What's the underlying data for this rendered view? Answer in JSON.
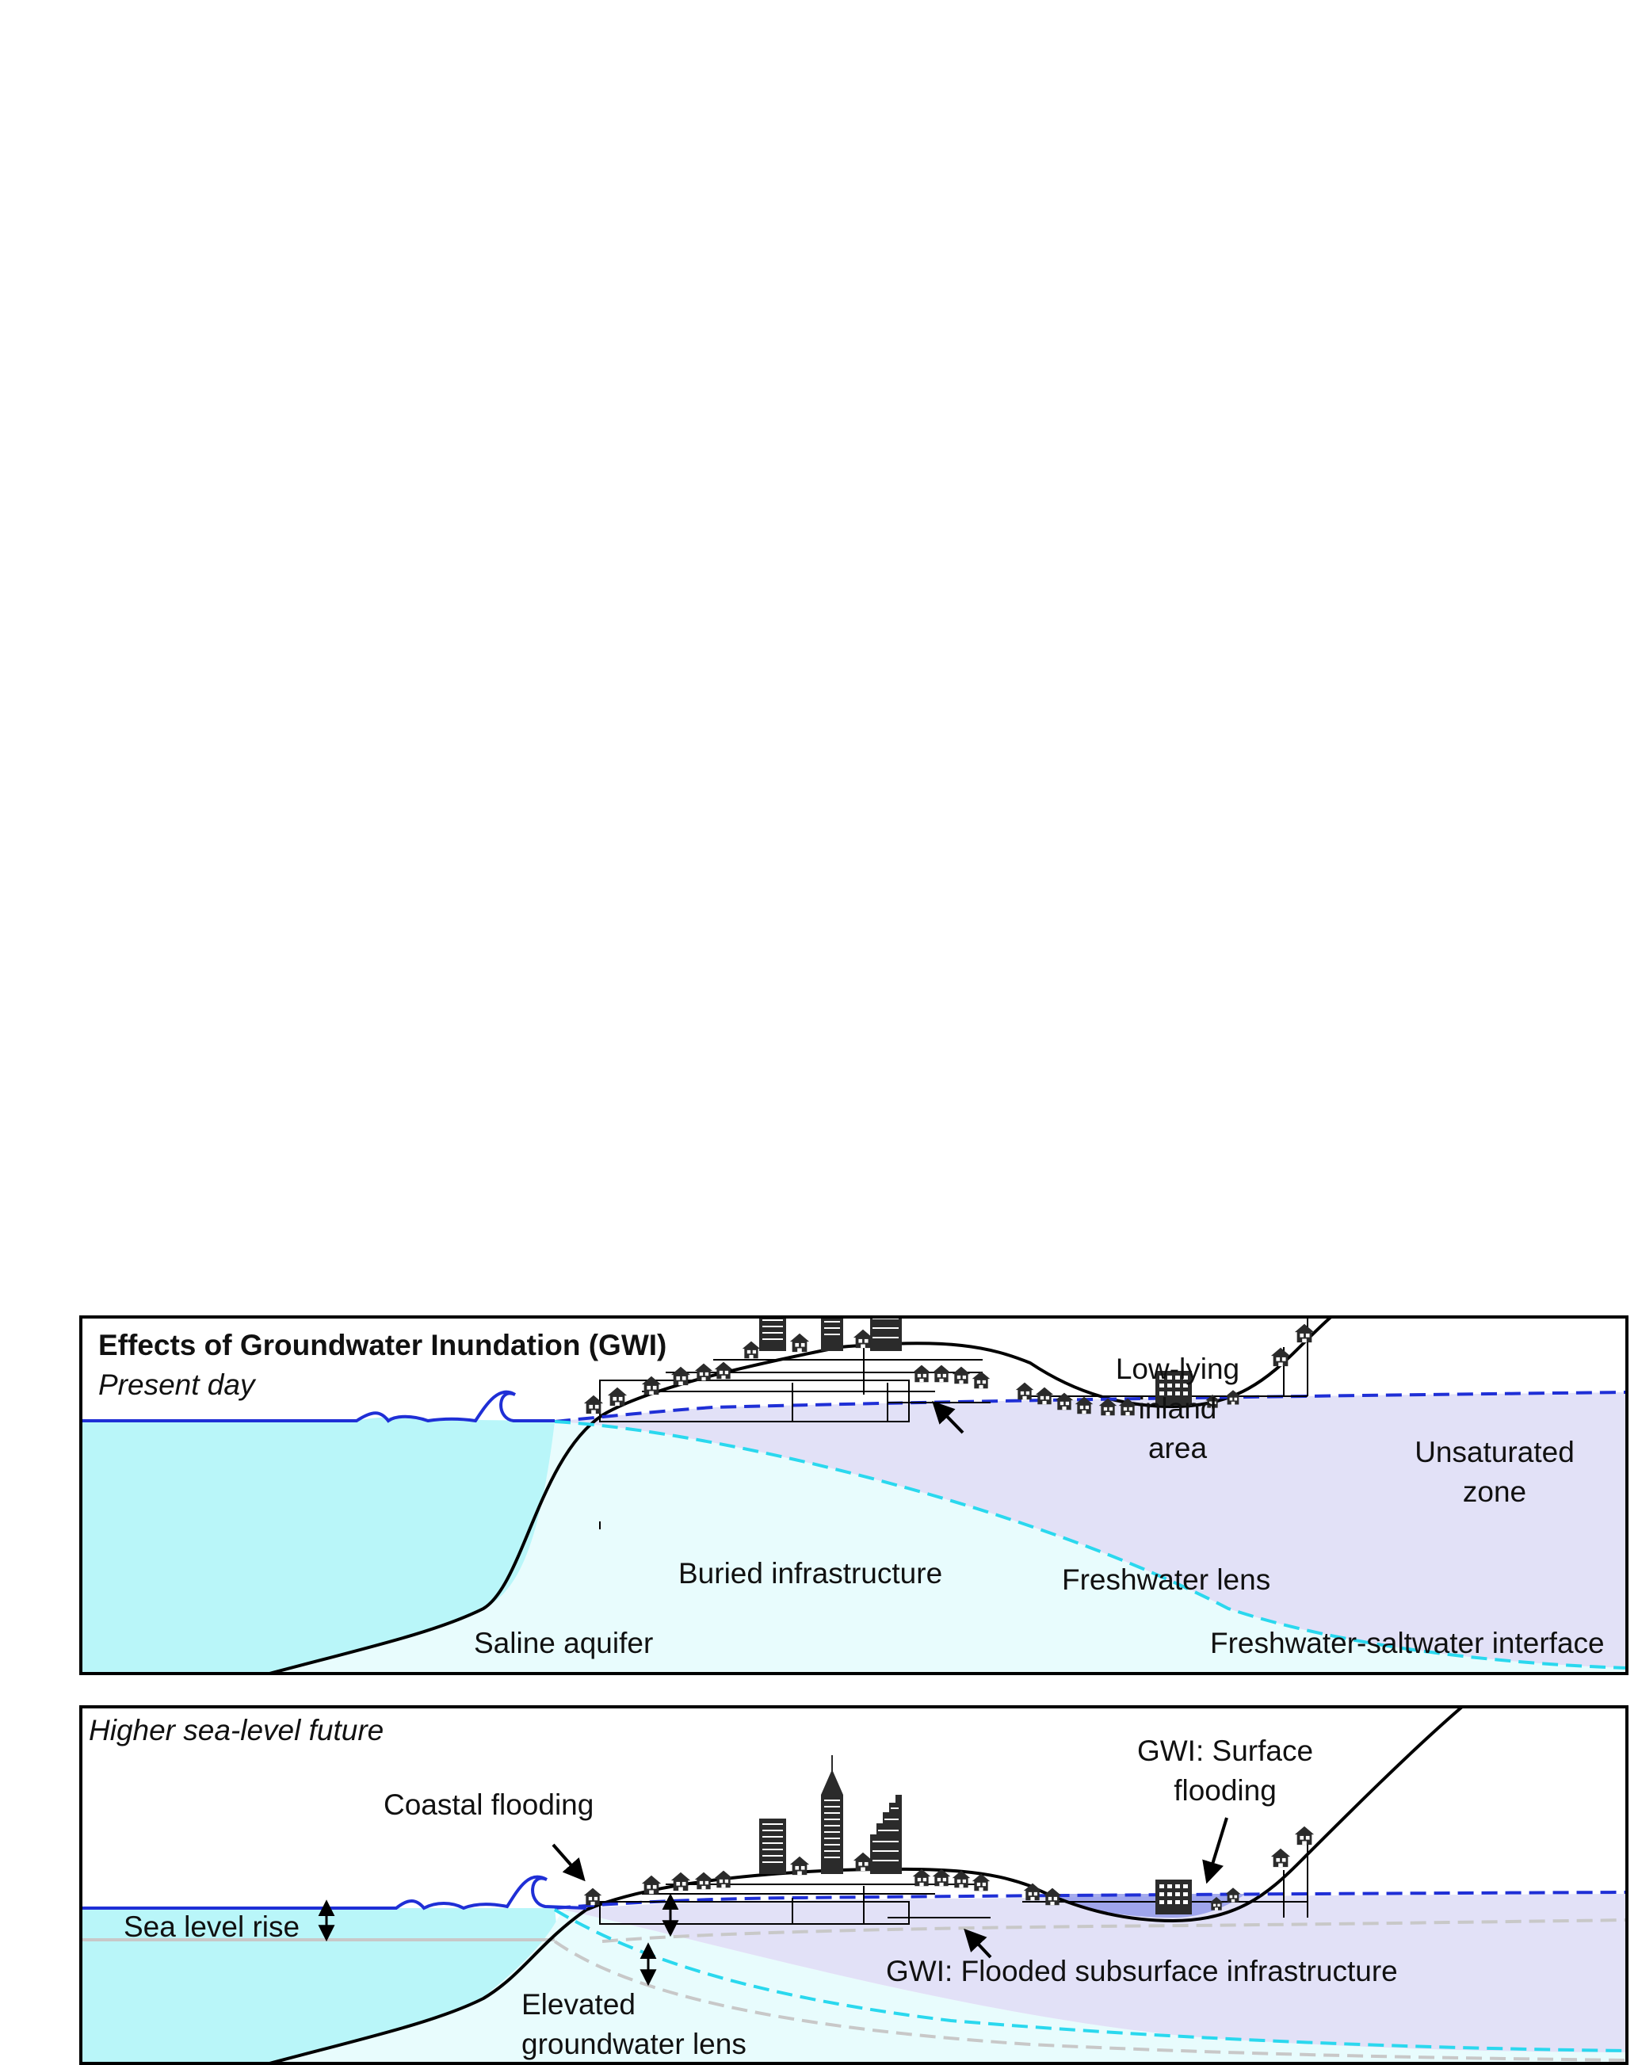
{
  "title": "Effects of Groundwater Inundation (GWI)",
  "colors": {
    "sea": "#b9f6f9",
    "saline": "#e8fcfd",
    "freshwater": "#e2e1f7",
    "water_table": "#1f2fd6",
    "interface": "#2ad8ee",
    "old_level": "#c8c8c8",
    "building": "#2b2b2b",
    "outline": "#000000"
  },
  "panels": {
    "present": {
      "subtitle": "Present day",
      "labels": {
        "low_lying": [
          "Low-lying",
          "inland",
          "area"
        ],
        "unsaturated": [
          "Unsaturated",
          "zone"
        ],
        "buried_infra": "Buried infrastructure",
        "freshwater_lens": "Freshwater lens",
        "saline_aquifer": "Saline aquifer",
        "interface": "Freshwater-saltwater interface"
      }
    },
    "future": {
      "subtitle": "Higher sea-level future",
      "labels": {
        "coastal_flooding": "Coastal flooding",
        "surface_flooding": [
          "GWI: Surface",
          "flooding"
        ],
        "sea_level_rise": "Sea level rise",
        "flooded_infra": "GWI: Flooded subsurface infrastructure",
        "elevated_lens": [
          "Elevated",
          "groundwater lens"
        ]
      }
    }
  },
  "icons": [
    "wave-icon",
    "house-icon",
    "skyscraper-icon",
    "arrow-icon",
    "double-arrow-icon"
  ]
}
